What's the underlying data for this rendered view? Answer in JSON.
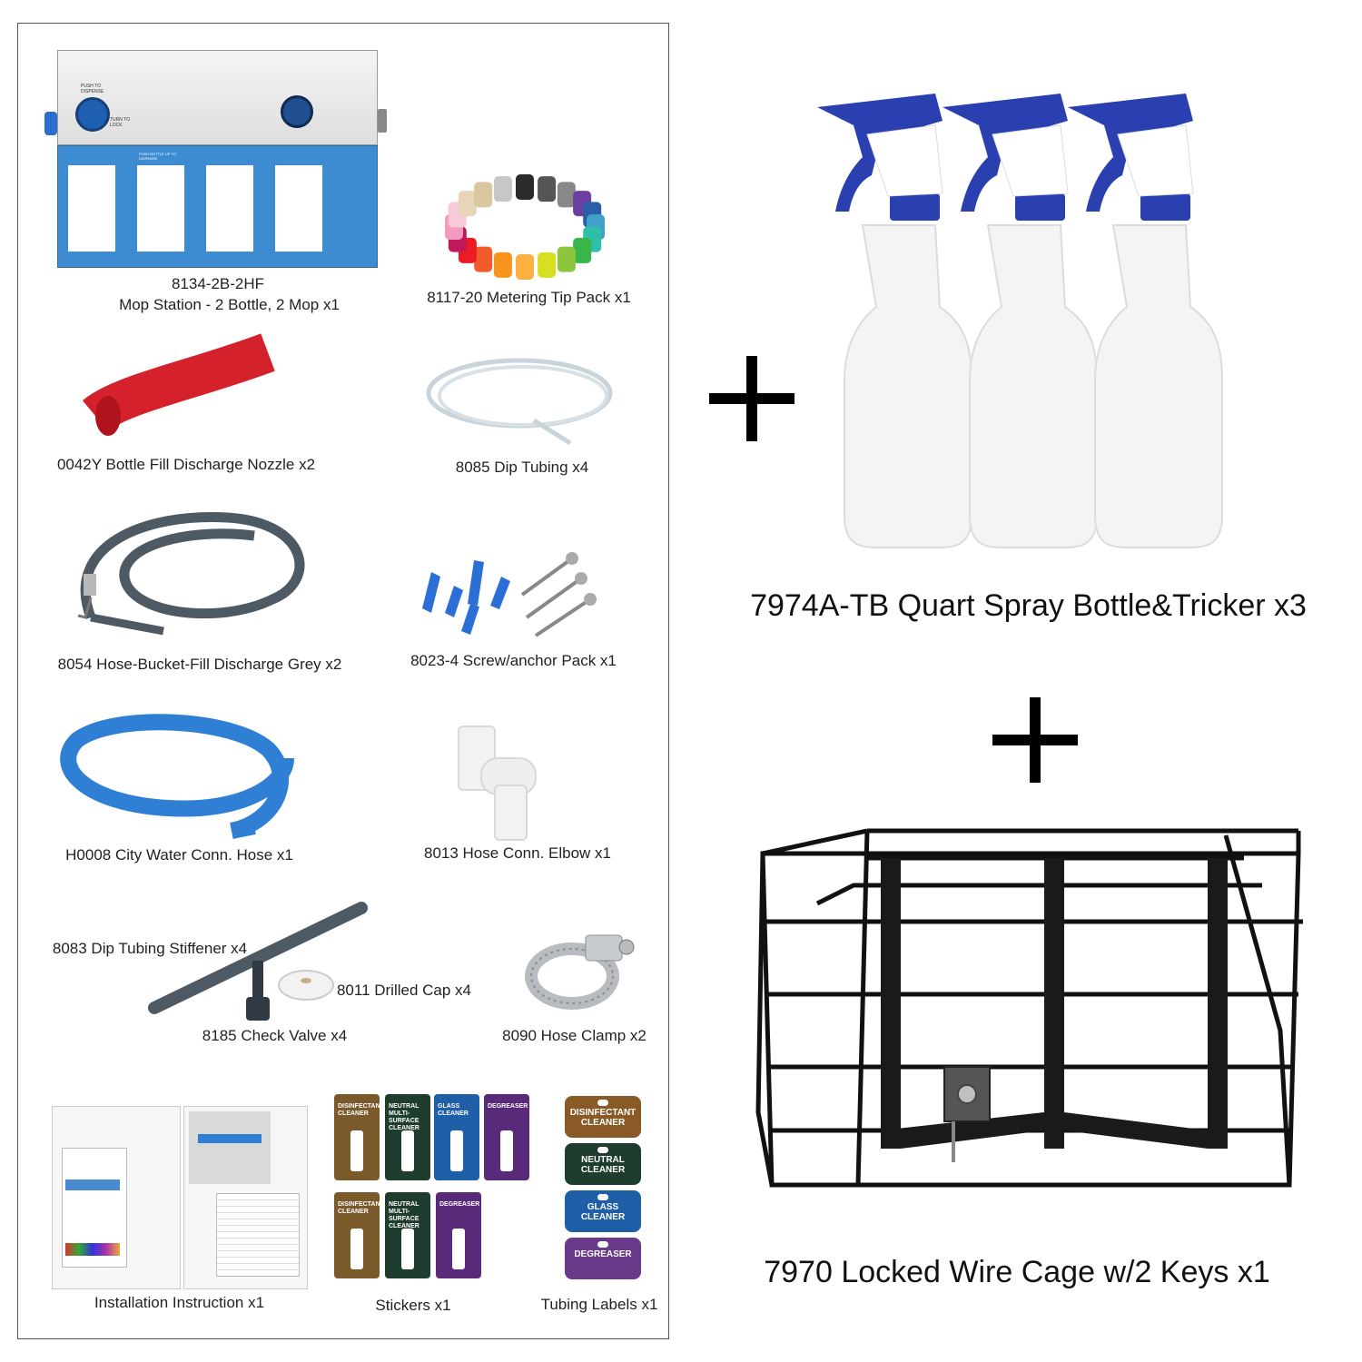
{
  "left_panel": {
    "items": [
      {
        "label": "8134-2B-2HF"
      },
      {
        "label": "Mop Station - 2 Bottle, 2 Mop x1"
      },
      {
        "label": "8117-20 Metering Tip Pack x1"
      },
      {
        "label": "0042Y Bottle Fill Discharge Nozzle x2"
      },
      {
        "label": "8085 Dip Tubing x4"
      },
      {
        "label": "8054 Hose-Bucket-Fill Discharge Grey x2"
      },
      {
        "label": "8023-4 Screw/anchor Pack x1"
      },
      {
        "label": "H0008 City Water Conn. Hose x1"
      },
      {
        "label": "8013 Hose Conn. Elbow x1"
      },
      {
        "label": "8083 Dip Tubing Stiffener x4"
      },
      {
        "label": "8011 Drilled Cap x4"
      },
      {
        "label": "8185 Check Valve x4"
      },
      {
        "label": "8090 Hose Clamp x2"
      },
      {
        "label": "Installation Instruction x1"
      },
      {
        "label": "Stickers x1"
      },
      {
        "label": "Tubing Labels x1"
      }
    ],
    "station_text": {
      "push": "PUSH TO DISPENSE",
      "turn": "TURN TO LOCK",
      "push_bottle": "PUSH BOTTLE UP TO DISPENSE"
    },
    "stickers": [
      {
        "text": "DISINFECTANT CLEANER",
        "color": "#7a5a2a"
      },
      {
        "text": "NEUTRAL MULTI-SURFACE CLEANER",
        "color": "#1f3d2f"
      },
      {
        "text": "GLASS CLEANER",
        "color": "#1f5fa8"
      },
      {
        "text": "DEGREASER",
        "color": "#5a2a7a"
      },
      {
        "text": "DISINFECTANT CLEANER",
        "color": "#7a5a2a"
      },
      {
        "text": "NEUTRAL MULTI-SURFACE CLEANER",
        "color": "#1f3d2f"
      },
      {
        "text": "DEGREASER",
        "color": "#5a2a7a"
      }
    ],
    "tubing_labels": [
      {
        "text": "DISINFECTANT CLEANER",
        "color": "#8a5a26"
      },
      {
        "text": "NEUTRAL CLEANER",
        "color": "#1f3d2f"
      },
      {
        "text": "GLASS CLEANER",
        "color": "#1f5fa8"
      },
      {
        "text": "DEGREASER",
        "color": "#6a3a8a"
      }
    ]
  },
  "right": {
    "spray_label": "7974A-TB Quart Spray Bottle&Tricker x3",
    "cage_label": "7970 Locked Wire Cage w/2 Keys x1"
  },
  "icons": [
    "plus-icon",
    "plus-icon"
  ]
}
